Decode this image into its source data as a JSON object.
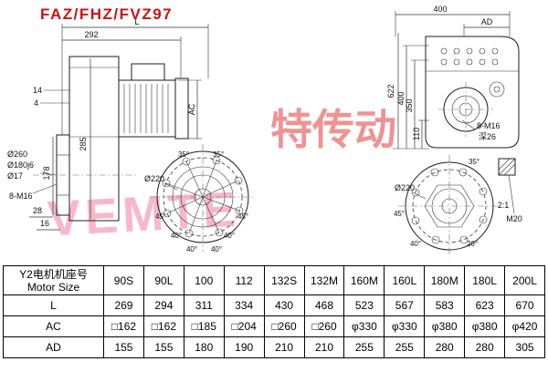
{
  "title": "FAZ/FHZ/FVZ97",
  "watermark": {
    "brand": "VEMTE",
    "chinese": "特传动"
  },
  "drawing": {
    "front": {
      "dim_L": "L",
      "dim_292": "292",
      "dim_AC": "AC",
      "dim_14": "14",
      "dim_4": "4",
      "dim_285": "285",
      "dim_178": "178",
      "dia_260": "Ø260",
      "dia_180": "Ø180j6",
      "dia_17": "Ø17",
      "note_8m16": "8-M16",
      "dim_28": "28",
      "dim_16": "16"
    },
    "front_flange": {
      "dia_220": "Ø220",
      "angles": [
        "35°",
        "35°",
        "45°",
        "45°",
        "40°",
        "40°",
        "40°",
        "40°"
      ]
    },
    "side": {
      "dim_400_top": "400",
      "dim_AD": "AD",
      "dim_622": "622",
      "dim_400": "400",
      "dim_350": "350",
      "dim_110": "110",
      "note_8m16": "8-M16",
      "note_depth": "深26"
    },
    "side_flange": {
      "dia_220": "Ø220",
      "angle_35": "35°",
      "angle_45": "45°",
      "angle_40": "40°",
      "angle_26": "26°"
    },
    "detail": {
      "scale": "2:1",
      "thread": "M20"
    }
  },
  "table": {
    "header_cn": "Y2电机机座号",
    "header_en": "Motor Size",
    "sizes": [
      "90S",
      "90L",
      "100",
      "112",
      "132S",
      "132M",
      "160M",
      "160L",
      "180M",
      "180L",
      "200L"
    ],
    "rows": [
      {
        "label": "L",
        "values": [
          "269",
          "294",
          "311",
          "334",
          "430",
          "468",
          "523",
          "567",
          "583",
          "623",
          "670"
        ]
      },
      {
        "label": "AC",
        "values": [
          "□162",
          "□162",
          "□185",
          "□204",
          "□260",
          "□260",
          "φ330",
          "φ330",
          "φ380",
          "φ380",
          "φ420"
        ]
      },
      {
        "label": "AD",
        "values": [
          "155",
          "155",
          "180",
          "190",
          "210",
          "210",
          "255",
          "255",
          "280",
          "280",
          "305"
        ]
      }
    ]
  }
}
